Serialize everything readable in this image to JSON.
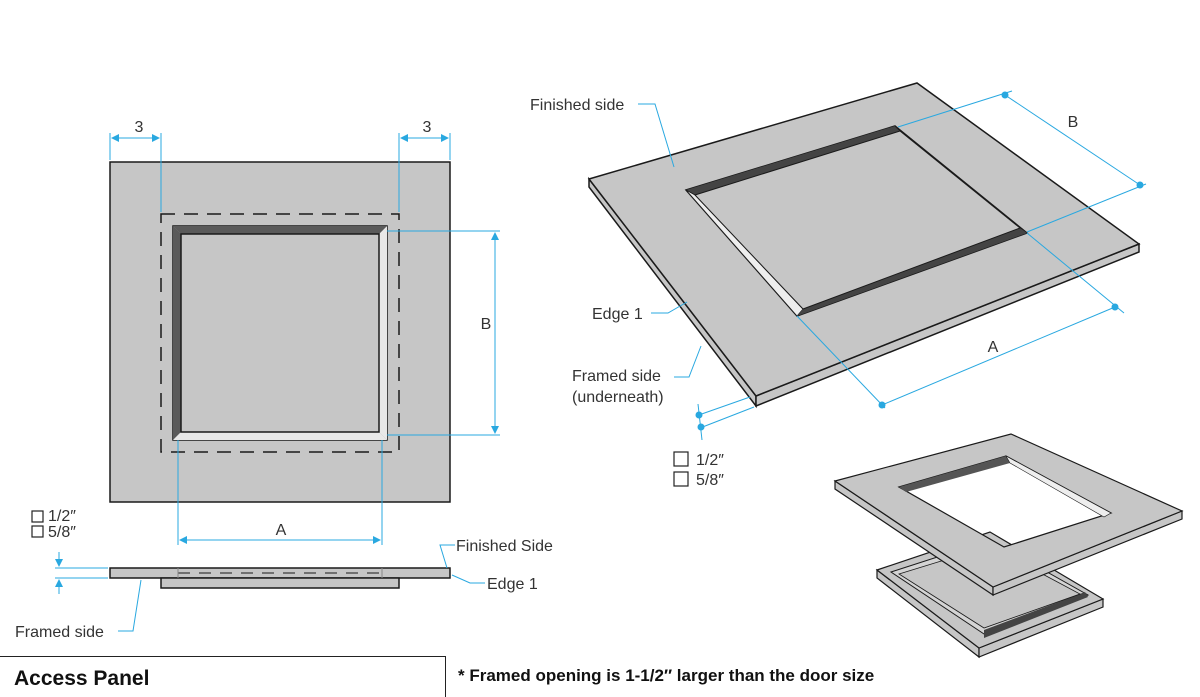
{
  "title": "Access Panel",
  "note": "* Framed opening is 1-1/2″ larger than the door size",
  "front_view": {
    "dim_left": "3",
    "dim_right": "3",
    "dim_a": "A",
    "dim_b": "B"
  },
  "thickness_options": {
    "opt1": "1/2″",
    "opt2": "5/8″"
  },
  "side_view": {
    "finished_side": "Finished Side",
    "edge": "Edge 1",
    "framed_side": "Framed side"
  },
  "iso_view": {
    "finished_side": "Finished side",
    "edge": "Edge 1",
    "framed_side_line1": "Framed side",
    "framed_side_line2": "(underneath)",
    "dim_a": "A",
    "dim_b": "B",
    "opt1": "1/2″",
    "opt2": "5/8″"
  },
  "colors": {
    "panel_fill": "#c6c6c6",
    "dimension_line": "#29a8e0",
    "outline": "#1a1a1a",
    "groove_dark": "#444444"
  }
}
